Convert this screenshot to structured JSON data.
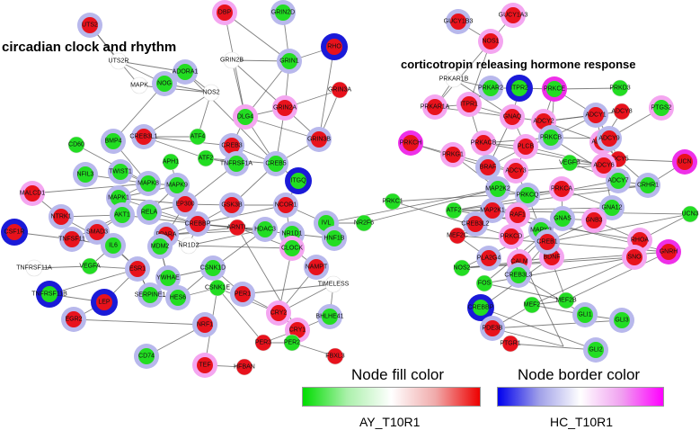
{
  "titles": {
    "left": "circadian clock and rhythm",
    "right": "corticotropin releasing hormone response"
  },
  "legend": {
    "fill_title": "Node fill color",
    "border_title": "Node border color",
    "fill_sample": "AY_T10R1",
    "border_sample": "HC_T10R1",
    "fill_colors": [
      "#00dd00",
      "#aaf0aa",
      "#ffffff",
      "#f0aaaa",
      "#ee0000"
    ],
    "border_colors": [
      "#0000ee",
      "#a0a0e8",
      "#ffffff",
      "#f0a0f0",
      "#ff00ff"
    ]
  },
  "colors": {
    "red": "#e8121c",
    "green": "#22dd22",
    "white": "#ffffff",
    "blue_ring": "#1a1ad8",
    "light_blue_ring": "#b8b8ec",
    "pink_ring": "#f4a6f0",
    "magenta_ring": "#ee30e8",
    "edge": "#555555"
  },
  "nodes": [
    {
      "label": "DBP",
      "fill": "red",
      "ring": "pink"
    },
    {
      "label": "GRIN2D",
      "fill": "green",
      "ring": "light"
    },
    {
      "label": "UTS2",
      "fill": "red",
      "ring": "light"
    },
    {
      "label": "GRIN1",
      "fill": "green",
      "ring": "light"
    },
    {
      "label": "GRIN2B",
      "fill": "white",
      "ring": "none"
    },
    {
      "label": "RHO",
      "fill": "red",
      "ring": "blue"
    },
    {
      "label": "ADORA1",
      "fill": "green",
      "ring": "light"
    },
    {
      "label": "UTS2R",
      "fill": "white",
      "ring": "none"
    },
    {
      "label": "MAPK",
      "fill": "white",
      "ring": "none"
    },
    {
      "label": "GRIN3A",
      "fill": "red",
      "ring": "none"
    },
    {
      "label": "NOG",
      "fill": "green",
      "ring": "light"
    },
    {
      "label": "NOS2",
      "fill": "white",
      "ring": "none"
    },
    {
      "label": "DLG4",
      "fill": "green",
      "ring": "pink"
    },
    {
      "label": "GRIN2A",
      "fill": "red",
      "ring": "pink"
    },
    {
      "label": "ATF4",
      "fill": "green",
      "ring": "none"
    },
    {
      "label": "CREB3L1",
      "fill": "red",
      "ring": "light"
    },
    {
      "label": "CREB3",
      "fill": "red",
      "ring": "light"
    },
    {
      "label": "GRIN3B",
      "fill": "red",
      "ring": "light"
    },
    {
      "label": "BMP4",
      "fill": "green",
      "ring": "light"
    },
    {
      "label": "APH1",
      "fill": "green",
      "ring": "none"
    },
    {
      "label": "ATF2",
      "fill": "green",
      "ring": "none"
    },
    {
      "label": "TNFRSF1A",
      "fill": "green",
      "ring": "light"
    },
    {
      "label": "CREB5",
      "fill": "green",
      "ring": "light"
    },
    {
      "label": "CD60",
      "fill": "green",
      "ring": "none"
    },
    {
      "label": "TWIST1",
      "fill": "green",
      "ring": "light"
    },
    {
      "label": "NFIL3",
      "fill": "green",
      "ring": "light"
    },
    {
      "label": "MAPK8",
      "fill": "green",
      "ring": "light"
    },
    {
      "label": "MAPK9",
      "fill": "green",
      "ring": "light"
    },
    {
      "label": "MAPK1",
      "fill": "green",
      "ring": "light"
    },
    {
      "label": "ITGQ",
      "fill": "green",
      "ring": "blue"
    },
    {
      "label": "RELA",
      "fill": "green",
      "ring": "light"
    },
    {
      "label": "EP300",
      "fill": "red",
      "ring": "light"
    },
    {
      "label": "GSK3B",
      "fill": "red",
      "ring": "light"
    },
    {
      "label": "NCOR1",
      "fill": "red",
      "ring": "light"
    },
    {
      "label": "MALCD1",
      "fill": "red",
      "ring": "pink"
    },
    {
      "label": "AKT1",
      "fill": "green",
      "ring": "light"
    },
    {
      "label": "CREBBP",
      "fill": "red",
      "ring": "light"
    },
    {
      "label": "ARNTL",
      "fill": "red",
      "ring": "none"
    },
    {
      "label": "IVL",
      "fill": "green",
      "ring": "light"
    },
    {
      "label": "NR2F6",
      "fill": "green",
      "ring": "none"
    },
    {
      "label": "NTRK1",
      "fill": "red",
      "ring": "light"
    },
    {
      "label": "PPARA",
      "fill": "red",
      "ring": "light"
    },
    {
      "label": "SMAD3",
      "fill": "red",
      "ring": "light"
    },
    {
      "label": "HDAC3",
      "fill": "green",
      "ring": "light"
    },
    {
      "label": "NR1D1",
      "fill": "green",
      "ring": "light"
    },
    {
      "label": "HNF1B",
      "fill": "green",
      "ring": "light"
    },
    {
      "label": "CSF1R",
      "fill": "red",
      "ring": "blue"
    },
    {
      "label": "TNFSF11",
      "fill": "red",
      "ring": "light"
    },
    {
      "label": "IL6",
      "fill": "green",
      "ring": "light"
    },
    {
      "label": "MDM2",
      "fill": "green",
      "ring": "light"
    },
    {
      "label": "NR1D2",
      "fill": "white",
      "ring": "none"
    },
    {
      "label": "CLOCK",
      "fill": "green",
      "ring": "pink"
    },
    {
      "label": "NAMPT",
      "fill": "red",
      "ring": "light"
    },
    {
      "label": "TNFRSF11A",
      "fill": "white",
      "ring": "none"
    },
    {
      "label": "VEGFA",
      "fill": "green",
      "ring": "none"
    },
    {
      "label": "ESR1",
      "fill": "red",
      "ring": "light"
    },
    {
      "label": "YWHAE",
      "fill": "green",
      "ring": "light"
    },
    {
      "label": "CSNK1D",
      "fill": "green",
      "ring": "light"
    },
    {
      "label": "PER1",
      "fill": "red",
      "ring": "light"
    },
    {
      "label": "TIMELESS",
      "fill": "white",
      "ring": "none"
    },
    {
      "label": "TNFRSF11B",
      "fill": "green",
      "ring": "blue"
    },
    {
      "label": "SERPINE1",
      "fill": "green",
      "ring": "light"
    },
    {
      "label": "HES6",
      "fill": "green",
      "ring": "light"
    },
    {
      "label": "CSNK1E",
      "fill": "green",
      "ring": "none"
    },
    {
      "label": "CRY2",
      "fill": "red",
      "ring": "pink"
    },
    {
      "label": "CRY1",
      "fill": "red",
      "ring": "pink"
    },
    {
      "label": "BHLHE41",
      "fill": "green",
      "ring": "light"
    },
    {
      "label": "LEP",
      "fill": "red",
      "ring": "blue"
    },
    {
      "label": "EGR2",
      "fill": "red",
      "ring": "light"
    },
    {
      "label": "NRF1",
      "fill": "red",
      "ring": "light"
    },
    {
      "label": "PER3",
      "fill": "red",
      "ring": "none"
    },
    {
      "label": "PER2",
      "fill": "green",
      "ring": "none"
    },
    {
      "label": "CD74",
      "fill": "green",
      "ring": "light"
    },
    {
      "label": "FBXL3",
      "fill": "red",
      "ring": "none"
    },
    {
      "label": "TEF",
      "fill": "red",
      "ring": "pink"
    },
    {
      "label": "HFBAN",
      "fill": "red",
      "ring": "none"
    },
    {
      "label": "GUCY1B3",
      "fill": "red",
      "ring": "light"
    },
    {
      "label": "GUCY1A3",
      "fill": "red",
      "ring": "pink"
    },
    {
      "label": "NOS1",
      "fill": "red",
      "ring": "pink"
    },
    {
      "label": "PRKAR1B",
      "fill": "white",
      "ring": "none"
    },
    {
      "label": "PRKAR2",
      "fill": "green",
      "ring": "light"
    },
    {
      "label": "ITPR2",
      "fill": "green",
      "ring": "blue"
    },
    {
      "label": "PRKCE",
      "fill": "green",
      "ring": "magenta"
    },
    {
      "label": "PRKD3",
      "fill": "green",
      "ring": "none"
    },
    {
      "label": "PTGS2",
      "fill": "green",
      "ring": "pink"
    },
    {
      "label": "PRKAR1A",
      "fill": "red",
      "ring": "pink"
    },
    {
      "label": "ITPR1",
      "fill": "red",
      "ring": "pink"
    },
    {
      "label": "GNAQ",
      "fill": "red",
      "ring": "pink"
    },
    {
      "label": "ADCY2",
      "fill": "red",
      "ring": "pink"
    },
    {
      "label": "ADCY8",
      "fill": "red",
      "ring": "none"
    },
    {
      "label": "PRKACB",
      "fill": "red",
      "ring": "pink"
    },
    {
      "label": "ADCY1",
      "fill": "red",
      "ring": "light"
    },
    {
      "label": "ADCY4",
      "fill": "red",
      "ring": "pink"
    },
    {
      "label": "PRKCH",
      "fill": "red",
      "ring": "magenta"
    },
    {
      "label": "BRAF",
      "fill": "red",
      "ring": "light"
    },
    {
      "label": "PLCB",
      "fill": "red",
      "ring": "pink"
    },
    {
      "label": "PRKCB",
      "fill": "green",
      "ring": "light"
    },
    {
      "label": "ADCY9",
      "fill": "red",
      "ring": "light"
    },
    {
      "label": "ADCY5",
      "fill": "red",
      "ring": "none"
    },
    {
      "label": "PRKG1",
      "fill": "red",
      "ring": "pink"
    },
    {
      "label": "ADCY3",
      "fill": "red",
      "ring": "pink"
    },
    {
      "label": "ADCY6",
      "fill": "red",
      "ring": "pink"
    },
    {
      "label": "UCN",
      "fill": "red",
      "ring": "magenta"
    },
    {
      "label": "VEGFB",
      "fill": "green",
      "ring": "none"
    },
    {
      "label": "ADCY7",
      "fill": "green",
      "ring": "light"
    },
    {
      "label": "CRHR1",
      "fill": "green",
      "ring": "light"
    },
    {
      "label": "PRKC1",
      "fill": "green",
      "ring": "none"
    },
    {
      "label": "MAP2K2",
      "fill": "green",
      "ring": "light"
    },
    {
      "label": "PRKCQ",
      "fill": "green",
      "ring": "light"
    },
    {
      "label": "PRKCA",
      "fill": "red",
      "ring": "pink"
    },
    {
      "label": "GNA12",
      "fill": "green",
      "ring": "light"
    },
    {
      "label": "ATF2",
      "fill": "green",
      "ring": "none"
    },
    {
      "label": "MAP2K1",
      "fill": "red",
      "ring": "light"
    },
    {
      "label": "RAF1",
      "fill": "red",
      "ring": "pink"
    },
    {
      "label": "MAPK3",
      "fill": "green",
      "ring": "light"
    },
    {
      "label": "GNAS",
      "fill": "green",
      "ring": "light"
    },
    {
      "label": "GNB3",
      "fill": "red",
      "ring": "pink"
    },
    {
      "label": "RHOA",
      "fill": "red",
      "ring": "pink"
    },
    {
      "label": "UCN3",
      "fill": "green",
      "ring": "none"
    },
    {
      "label": "CREB3L2",
      "fill": "red",
      "ring": "light"
    },
    {
      "label": "PRKCD",
      "fill": "red",
      "ring": "pink"
    },
    {
      "label": "PLA2G4",
      "fill": "red",
      "ring": "light"
    },
    {
      "label": "MEF2C",
      "fill": "red",
      "ring": "none"
    },
    {
      "label": "GNRH",
      "fill": "red",
      "ring": "magenta"
    },
    {
      "label": "NOS2",
      "fill": "green",
      "ring": "none"
    },
    {
      "label": "CALM",
      "fill": "red",
      "ring": "pink"
    },
    {
      "label": "BDNF",
      "fill": "red",
      "ring": "pink"
    },
    {
      "label": "CREB1",
      "fill": "red",
      "ring": "light"
    },
    {
      "label": "CREB3L3",
      "fill": "green",
      "ring": "light"
    },
    {
      "label": "FOS",
      "fill": "green",
      "ring": "none"
    },
    {
      "label": "MEF2B",
      "fill": "green",
      "ring": "none"
    },
    {
      "label": "SNO",
      "fill": "red",
      "ring": "pink"
    },
    {
      "label": "MEF2",
      "fill": "green",
      "ring": "none"
    },
    {
      "label": "GLI1",
      "fill": "green",
      "ring": "light"
    },
    {
      "label": "CREBBP",
      "fill": "green",
      "ring": "blue"
    },
    {
      "label": "GLI2",
      "fill": "green",
      "ring": "light"
    },
    {
      "label": "GLI3",
      "fill": "green",
      "ring": "light"
    },
    {
      "label": "PDE3B",
      "fill": "red",
      "ring": "light"
    },
    {
      "label": "PTGR1",
      "fill": "red",
      "ring": "none"
    }
  ],
  "edges": [
    [
      0,
      12
    ],
    [
      0,
      3
    ],
    [
      1,
      3
    ],
    [
      2,
      7
    ],
    [
      2,
      8
    ],
    [
      3,
      4
    ],
    [
      3,
      12
    ],
    [
      3,
      13
    ],
    [
      4,
      12
    ],
    [
      4,
      13
    ],
    [
      5,
      3
    ],
    [
      5,
      17
    ],
    [
      6,
      7
    ],
    [
      6,
      11
    ],
    [
      6,
      22
    ],
    [
      7,
      10
    ],
    [
      8,
      11
    ],
    [
      9,
      13
    ],
    [
      9,
      17
    ],
    [
      10,
      11
    ],
    [
      10,
      18
    ],
    [
      11,
      14
    ],
    [
      11,
      15
    ],
    [
      12,
      13
    ],
    [
      12,
      16
    ],
    [
      12,
      17
    ],
    [
      12,
      22
    ],
    [
      13,
      17
    ],
    [
      13,
      22
    ],
    [
      14,
      15
    ],
    [
      15,
      16
    ],
    [
      15,
      20
    ],
    [
      16,
      21
    ],
    [
      16,
      22
    ],
    [
      17,
      22
    ],
    [
      18,
      26
    ],
    [
      19,
      27
    ],
    [
      20,
      21
    ],
    [
      20,
      22
    ],
    [
      21,
      31
    ],
    [
      22,
      32
    ],
    [
      22,
      29
    ],
    [
      23,
      26
    ],
    [
      24,
      26
    ],
    [
      25,
      26
    ],
    [
      26,
      27
    ],
    [
      26,
      28
    ],
    [
      26,
      34
    ],
    [
      27,
      28
    ],
    [
      27,
      30
    ],
    [
      28,
      35
    ],
    [
      28,
      31
    ],
    [
      29,
      33
    ],
    [
      30,
      31
    ],
    [
      30,
      36
    ],
    [
      31,
      36
    ],
    [
      31,
      32
    ],
    [
      32,
      33
    ],
    [
      32,
      36
    ],
    [
      33,
      36
    ],
    [
      33,
      38
    ],
    [
      34,
      40
    ],
    [
      35,
      40
    ],
    [
      35,
      47
    ],
    [
      35,
      42
    ],
    [
      36,
      37
    ],
    [
      36,
      41
    ],
    [
      36,
      43
    ],
    [
      36,
      44
    ],
    [
      37,
      41
    ],
    [
      37,
      43
    ],
    [
      38,
      39
    ],
    [
      39,
      107
    ],
    [
      40,
      48
    ],
    [
      41,
      49
    ],
    [
      42,
      48
    ],
    [
      42,
      55
    ],
    [
      43,
      50
    ],
    [
      43,
      57
    ],
    [
      44,
      45
    ],
    [
      44,
      51
    ],
    [
      46,
      47
    ],
    [
      47,
      48
    ],
    [
      48,
      54
    ],
    [
      48,
      55
    ],
    [
      49,
      56
    ],
    [
      50,
      51
    ],
    [
      51,
      52
    ],
    [
      51,
      64
    ],
    [
      52,
      64
    ],
    [
      53,
      54
    ],
    [
      54,
      55
    ],
    [
      55,
      60
    ],
    [
      55,
      61
    ],
    [
      55,
      67
    ],
    [
      56,
      57
    ],
    [
      57,
      58
    ],
    [
      57,
      62
    ],
    [
      57,
      63
    ],
    [
      58,
      59
    ],
    [
      58,
      64
    ],
    [
      59,
      64
    ],
    [
      60,
      67
    ],
    [
      61,
      55
    ],
    [
      61,
      62
    ],
    [
      62,
      63
    ],
    [
      63,
      64
    ],
    [
      63,
      70
    ],
    [
      64,
      65
    ],
    [
      65,
      66
    ],
    [
      65,
      70
    ],
    [
      66,
      59
    ],
    [
      67,
      68
    ],
    [
      68,
      69
    ],
    [
      69,
      72
    ],
    [
      70,
      71
    ],
    [
      71,
      73
    ],
    [
      63,
      74
    ],
    [
      74,
      75
    ],
    [
      41,
      50
    ],
    [
      37,
      51
    ],
    [
      36,
      50
    ],
    [
      33,
      51
    ],
    [
      37,
      65
    ],
    [
      41,
      43
    ],
    [
      31,
      41
    ],
    [
      28,
      36
    ],
    [
      35,
      36
    ],
    [
      49,
      56
    ],
    [
      56,
      62
    ],
    [
      76,
      78
    ],
    [
      77,
      78
    ],
    [
      78,
      85
    ],
    [
      78,
      86
    ],
    [
      79,
      80
    ],
    [
      79,
      85
    ],
    [
      79,
      87
    ],
    [
      80,
      81
    ],
    [
      80,
      86
    ],
    [
      81,
      82
    ],
    [
      81,
      87
    ],
    [
      82,
      83
    ],
    [
      82,
      88
    ],
    [
      82,
      91
    ],
    [
      82,
      96
    ],
    [
      84,
      92
    ],
    [
      85,
      86
    ],
    [
      85,
      87
    ],
    [
      86,
      87
    ],
    [
      86,
      94
    ],
    [
      87,
      88
    ],
    [
      87,
      94
    ],
    [
      87,
      95
    ],
    [
      88,
      89
    ],
    [
      88,
      91
    ],
    [
      88,
      92
    ],
    [
      89,
      92
    ],
    [
      90,
      95
    ],
    [
      90,
      96
    ],
    [
      90,
      101
    ],
    [
      91,
      92
    ],
    [
      91,
      96
    ],
    [
      91,
      97
    ],
    [
      92,
      98
    ],
    [
      93,
      94
    ],
    [
      93,
      99
    ],
    [
      94,
      95
    ],
    [
      94,
      100
    ],
    [
      95,
      96
    ],
    [
      95,
      100
    ],
    [
      95,
      101
    ],
    [
      96,
      97
    ],
    [
      96,
      104
    ],
    [
      97,
      98
    ],
    [
      97,
      104
    ],
    [
      98,
      105
    ],
    [
      98,
      102
    ],
    [
      99,
      100
    ],
    [
      99,
      107
    ],
    [
      100,
      101
    ],
    [
      100,
      108
    ],
    [
      101,
      103
    ],
    [
      101,
      110
    ],
    [
      102,
      105
    ],
    [
      103,
      104
    ],
    [
      104,
      105
    ],
    [
      104,
      111
    ],
    [
      105,
      111
    ],
    [
      105,
      106
    ],
    [
      106,
      120
    ],
    [
      107,
      108
    ],
    [
      107,
      112
    ],
    [
      108,
      109
    ],
    [
      108,
      114
    ],
    [
      109,
      110
    ],
    [
      109,
      115
    ],
    [
      110,
      111
    ],
    [
      110,
      116
    ],
    [
      111,
      117
    ],
    [
      111,
      118
    ],
    [
      112,
      113
    ],
    [
      112,
      122
    ],
    [
      113,
      114
    ],
    [
      113,
      123
    ],
    [
      114,
      115
    ],
    [
      114,
      124
    ],
    [
      115,
      116
    ],
    [
      115,
      125
    ],
    [
      116,
      117
    ],
    [
      116,
      127
    ],
    [
      117,
      118
    ],
    [
      118,
      127
    ],
    [
      119,
      113
    ],
    [
      121,
      122
    ],
    [
      122,
      123
    ],
    [
      123,
      124
    ],
    [
      123,
      130
    ],
    [
      124,
      125
    ],
    [
      124,
      131
    ],
    [
      125,
      126
    ],
    [
      125,
      128
    ],
    [
      126,
      134
    ],
    [
      127,
      128
    ],
    [
      128,
      133
    ],
    [
      129,
      130
    ],
    [
      129,
      131
    ],
    [
      130,
      132
    ],
    [
      131,
      132
    ],
    [
      132,
      133
    ],
    [
      133,
      136
    ],
    [
      134,
      135
    ],
    [
      135,
      138
    ],
    [
      136,
      137
    ],
    [
      137,
      139
    ],
    [
      138,
      140
    ],
    [
      139,
      140
    ],
    [
      140,
      141
    ],
    [
      136,
      141
    ],
    [
      132,
      137
    ],
    [
      120,
      139
    ],
    [
      38,
      107
    ],
    [
      114,
      130
    ],
    [
      115,
      129
    ]
  ]
}
